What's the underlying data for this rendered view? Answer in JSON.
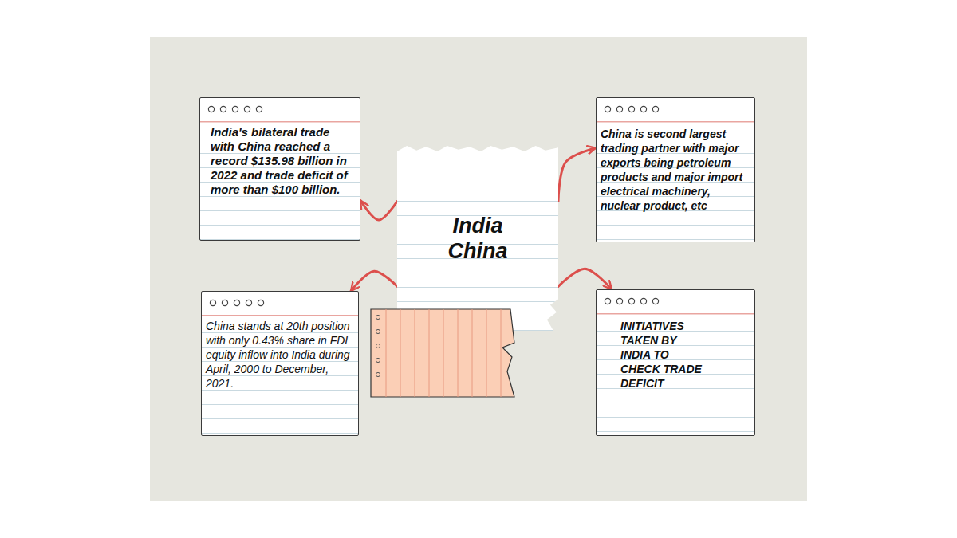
{
  "diagram": {
    "nodes": [
      {
        "text": [
          "India China"
        ]
      },
      {
        "text": [
          "India's bilateral trade with China reached a record $135.98 billion in 2022 and trade deficit of more than $100 billion."
        ]
      },
      {
        "text": [
          "China is second largest trading partner with major exports being petroleum products and major import electrical machinery, nuclear product, etc"
        ]
      },
      {
        "text": [
          "China stands at 20th position with only 0.43% share in FDI equity inflow into India during April, 2000 to December, 2021."
        ]
      },
      {
        "text": [
          "INITIATIVES TAKEN BY INDIA TO CHECK TRADE DEFICIT"
        ]
      }
    ],
    "edges": [
      {
        "from": 0,
        "to": 1,
        "arrow": "to"
      },
      {
        "from": 0,
        "to": 2,
        "arrow": "to"
      },
      {
        "from": 0,
        "to": 3,
        "arrow": "to"
      },
      {
        "from": 0,
        "to": 4,
        "arrow": "to"
      }
    ]
  }
}
